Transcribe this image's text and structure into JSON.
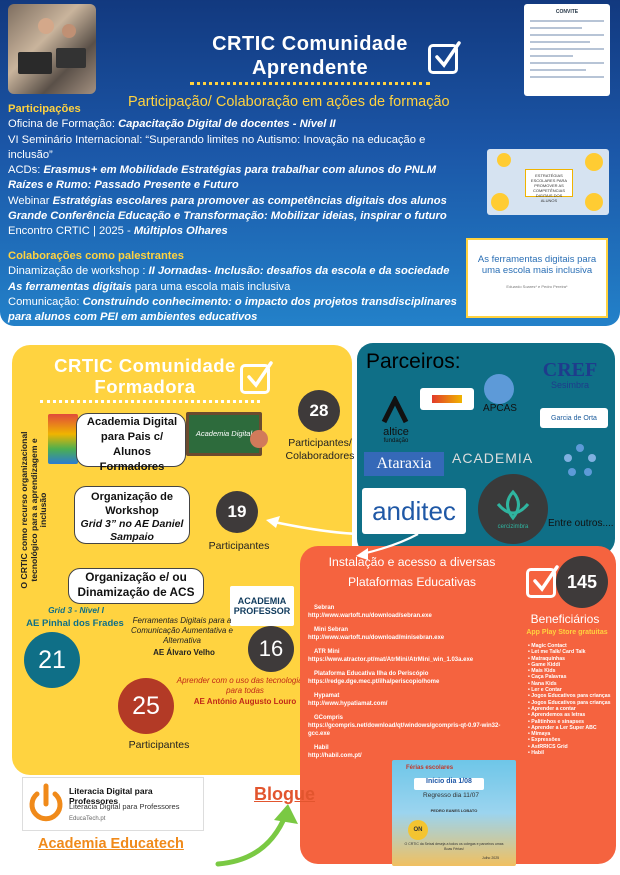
{
  "top": {
    "title_line1": "CRTIC Comunidade",
    "title_line2": "Aprendente",
    "section_title": "Participação/ Colaboração em ações de formação",
    "participations": {
      "heading": "Participações",
      "l1_pre": "Oficina de Formação: ",
      "l1_it": "Capacitação Digital de docentes - Nível II",
      "l2": "VI Seminário Internacional: “Superando limites no Autismo: Inovação na educação e",
      "l3": "inclusão”",
      "l4_pre": "ACDs: ",
      "l4_it": "Erasmus+ em Mobilidade Estratégias para trabalhar com alunos do PNLM",
      "l5": "Raízes e Rumo: Passado Presente e Futuro",
      "l6_pre": "Webinar ",
      "l6_it": "Estratégias escolares para promover as competências digitais dos alunos",
      "l7": "Grande Conferência Educação e Transformação: Mobilizar ideias, inspirar o futuro",
      "l8_pre": "Encontro CRTIC | 2025 - ",
      "l8_it": "Múltiplos Olhares"
    },
    "collab": {
      "heading": "Colaborações como palestrantes",
      "l1_pre": "Dinamização de workshop : ",
      "l1_it": "II Jornadas- Inclusão: desafios da escola e da sociedade",
      "l2_it": "As ferramentas digitais ",
      "l2_post": "para uma escola mais inclusiva",
      "l3_pre": "Comunicação: ",
      "l3_it": "Construindo conhecimento: o impacto dos projetos transdisciplinares",
      "l4_it": "para alunos com PEI em ambientes educativos"
    },
    "slide_title": "As ferramentas digitais para uma escola mais inclusiva",
    "slide_authors": "Eduardo Soares* e Pedro Pereira*",
    "emoji_card_text": "ESTRATÉGIAS ESCOLARES PARA PROMOVER AS COMPETÊNCIAS DIGITAIS DOS ALUNOS",
    "doc_title": "CONVITE"
  },
  "formadora": {
    "title_line1": "CRTIC Comunidade",
    "title_line2": "Formadora",
    "vertical_text": "O CRTIC como recurso organizacional tecnológico para a aprendizagem e inclusão",
    "academia_card": "Academia Digital para Pais c/ Alunos Formadores",
    "academia_board": "Academia Digital",
    "count1": "28",
    "count1_label": "Participantes/ Colaboradores",
    "workshop_title": "Organização de Workshop",
    "workshop_sub": "Grid 3” no AE Daniel Sampaio",
    "count2": "19",
    "count2_label": "Participantes",
    "acs_title": "Organização e/ ou Dinamização de ACS",
    "grid_label": "Grid 3 - Nível I",
    "grid_place": "AE Pinhal dos Frades",
    "count3": "21",
    "academia_logo_1": "ACADEMIA",
    "academia_logo_2": "PROFESSOR",
    "caa_title": "Ferramentas Digitais para a Comunicação Aumentativa e Alternativa",
    "caa_place": "AE Álvaro Velho",
    "count4": "16",
    "tech_title": "Aprender com o uso das tecnologias é para todas",
    "tech_place": "AE António Augusto Louro",
    "count5": "25",
    "count5_label": "Participantes"
  },
  "partners": {
    "title": "Parceiros:",
    "cref": "CREF",
    "cref_sub": "Sesimbra",
    "apcas": "APCAS",
    "altice": "altice",
    "altice_sub": "fundação",
    "garcia": "Garcia de Orta",
    "ataraxia": "Ataraxia",
    "academia": "ACADEMIA",
    "anditec": "anditec",
    "cerci": "cercizimbra",
    "others": "Entre outros...."
  },
  "platforms": {
    "title_line1": "Instalação e acesso a diversas",
    "title_line2": "Plataformas Educativas",
    "count": "145",
    "beneficiaries": "Beneficiários",
    "apps_heading": "App Play Store gratuitas",
    "links": [
      {
        "name": "Sebran",
        "url": "http://www.wartoft.nu/download/sebran.exe"
      },
      {
        "name": "Mini Sebran",
        "url": "http://www.wartoft.nu/download/minisebran.exe"
      },
      {
        "name": "ATR Mini",
        "url": "https://www.atractor.pt/mat/AtrMini/AtrMini_win_1.03a.exe"
      },
      {
        "name": "Plataforma Educativa Ilha do Periscópio",
        "url": "https://redge.dge.mec.pt/ilha/periscopio/home"
      },
      {
        "name": "Hypamat",
        "url": "http://www.hypatiamat.com/"
      },
      {
        "name": "GCompris",
        "url": "https://gcompris.net/download/qt/windows/gcompris-qt-0.97-win32-gcc.exe"
      },
      {
        "name": "Habil",
        "url": "http://habil.com.pt/"
      }
    ],
    "apps": [
      "Magic Contact",
      "Let me Talk/ Card Talk",
      "Matraquinhas",
      "Game Kiddi",
      "Mais Kids",
      "Caça Palavras",
      "Nana Kids",
      "Ler e Contar",
      "Jogos Educativos para crianças",
      "Jogos Educativos para crianças",
      "Aprender a contar",
      "Aprendemos as letras",
      "Palitinhos e sinapses",
      "Aprender a Ler Super ABC",
      "Mimaya",
      "Expressões",
      "AstRRICS Grid",
      "Habil"
    ],
    "poster_top": "Férias escolares",
    "poster_date1": "Início dia 1/08",
    "poster_date2": "Regresso dia 11/07",
    "poster_school": "PEDRO EANES LOBATO",
    "poster_on": "ON",
    "poster_footer": "O CRTIC da Seixal deseja a todos os colegas e parceiros umas Boas Férias!",
    "poster_month": "Julho 2025"
  },
  "footer": {
    "logo_title": "Literacia Digital para Professores",
    "logo_sub": "Literacia Digital para Professores",
    "logo_brand": "EducaTech.pt",
    "academia_link": "Academia Educatech",
    "blog_link": "Blogue"
  },
  "colors": {
    "yellow": "#ffd340",
    "orange": "#f5633f",
    "teal": "#0f6f87",
    "blue": "#1b56a7",
    "accent": "#ffd23f"
  }
}
